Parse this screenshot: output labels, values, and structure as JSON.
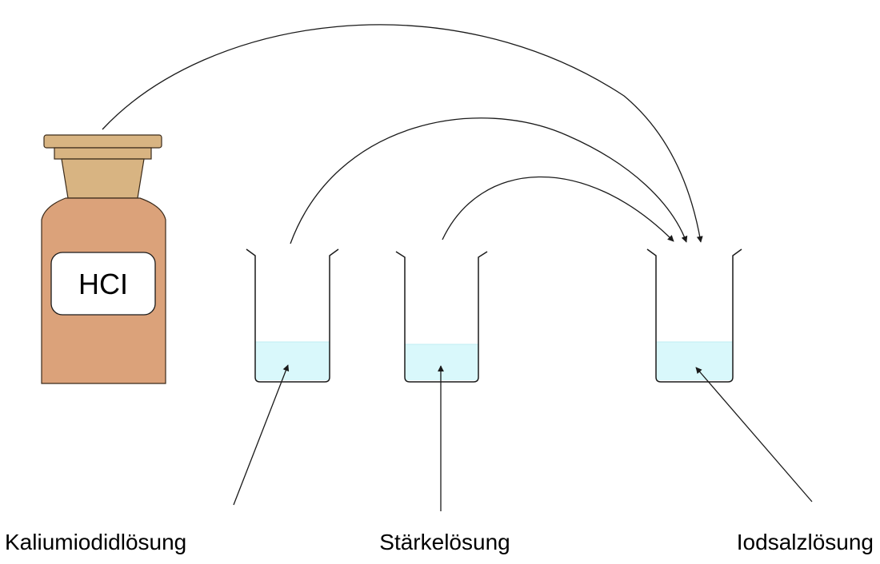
{
  "bottle": {
    "label": "HCI",
    "body_color": "#dba27a",
    "stopper_color": "#d8b482",
    "label_bg": "#ffffff"
  },
  "solution_color": "#d9f8fb",
  "line_color": "#1a1a1a",
  "beakers": [
    {
      "id": "kaliumiodid",
      "caption": "Kaliumiodidlösung"
    },
    {
      "id": "staerke",
      "caption": "Stärkelösung"
    },
    {
      "id": "iodsalz",
      "caption": "Iodsalzlösung"
    }
  ]
}
